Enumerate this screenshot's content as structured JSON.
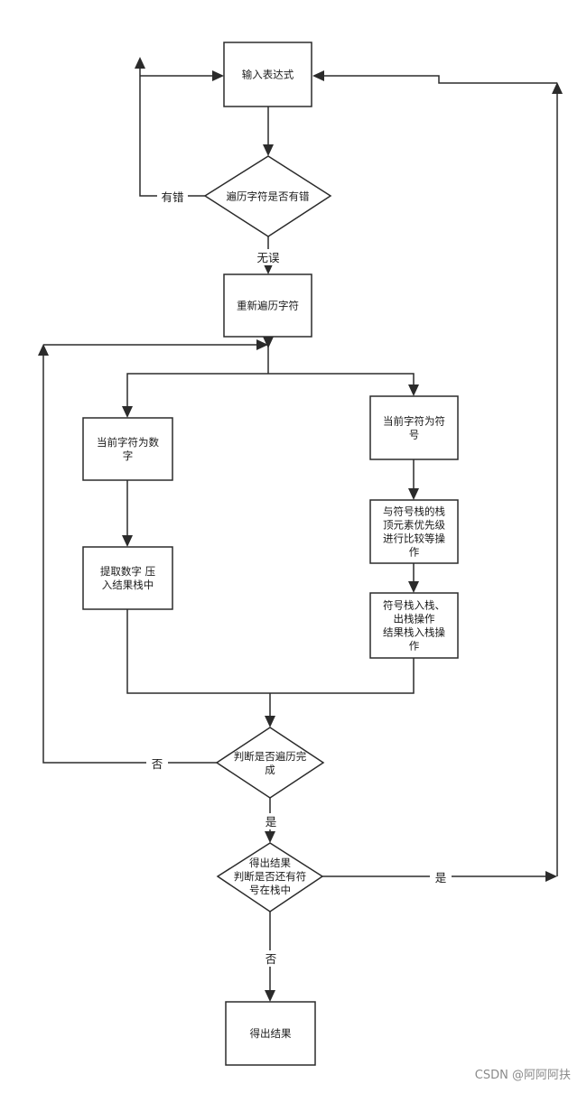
{
  "nodes": {
    "input": [
      "输入表达式"
    ],
    "check": [
      "遍历字符是否有错"
    ],
    "reread": [
      "重新遍历字符"
    ],
    "is_number": [
      "当前字符为数",
      "字"
    ],
    "is_symbol": [
      "当前字符为符",
      "号"
    ],
    "push_number": [
      "提取数字 压",
      "入结果栈中"
    ],
    "compare": [
      "与符号栈的栈",
      "顶元素优先级",
      "进行比较等操",
      "作"
    ],
    "stack_ops": [
      "符号栈入栈、",
      "出栈操作",
      "结果栈入栈操",
      "作"
    ],
    "done_check": [
      "判断是否遍历完",
      "成"
    ],
    "result_check": [
      "得出结果",
      "判断是否还有符",
      "号在栈中"
    ],
    "result": [
      "得出结果"
    ]
  },
  "edge_labels": {
    "has_error": "有错",
    "no_error": "无误",
    "no_done": "否",
    "yes_done": "是",
    "yes_left": "是",
    "no_left": "否"
  },
  "watermark": "CSDN @阿阿阿扶"
}
